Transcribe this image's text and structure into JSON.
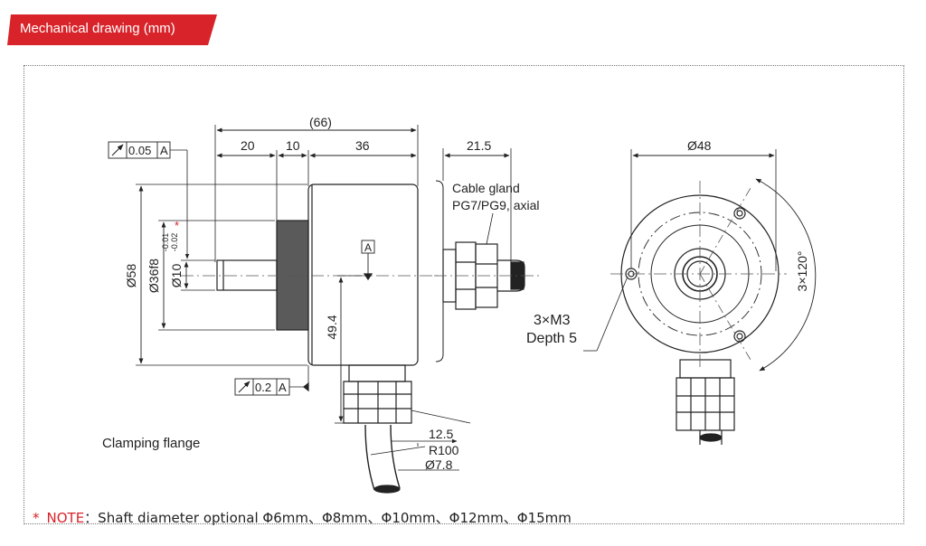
{
  "header": {
    "title": "Mechanical drawing (mm)"
  },
  "side_view": {
    "dims": {
      "total": "(66)",
      "seg1": "20",
      "seg2": "10",
      "seg3": "36",
      "flange_dia": "Ø58",
      "spigot_dia": "Ø36f8",
      "shaft_dia": "Ø10",
      "shaft_tol_upper": "-0.01",
      "shaft_tol_lower": "-0.02",
      "shaft_star": "*",
      "body_height": "49.4",
      "datum": "A",
      "runout_tol": "0.05",
      "runout_datum": "A",
      "flat_tol": "0.2",
      "flat_datum": "A"
    },
    "caption": "Clamping flange"
  },
  "gland_view": {
    "length": "21.5",
    "label_line1": "Cable gland",
    "label_line2": "PG7/PG9, axial",
    "cable_dim": "12.5",
    "bend_radius": "R100",
    "cable_dia": "Ø7.8"
  },
  "front_view": {
    "dia": "Ø48",
    "holes_line1": "3×M3",
    "holes_line2": "Depth 5",
    "angle": "3×120°"
  },
  "note": {
    "star": "*",
    "key": "NOTE",
    "text": "：Shaft diameter optional Φ6mm、Φ8mm、Φ10mm、Φ12mm、Φ15mm"
  },
  "colors": {
    "accent": "#d8232a",
    "line": "#222222",
    "centerline": "#555555"
  }
}
